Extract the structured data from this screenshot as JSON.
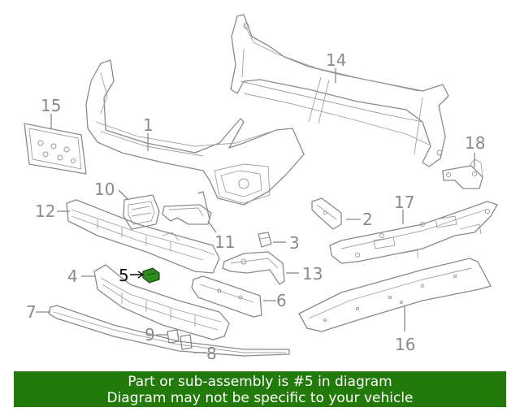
{
  "diagram": {
    "highlighted_part": "5",
    "highlight_color": "#2e8b1f",
    "parts": [
      {
        "id": "p1",
        "label": "1"
      },
      {
        "id": "p2",
        "label": "2"
      },
      {
        "id": "p3",
        "label": "3"
      },
      {
        "id": "p4",
        "label": "4"
      },
      {
        "id": "p5",
        "label": "5"
      },
      {
        "id": "p6",
        "label": "6"
      },
      {
        "id": "p7",
        "label": "7"
      },
      {
        "id": "p8",
        "label": "8"
      },
      {
        "id": "p9",
        "label": "9"
      },
      {
        "id": "p10",
        "label": "10"
      },
      {
        "id": "p11",
        "label": "11"
      },
      {
        "id": "p12",
        "label": "12"
      },
      {
        "id": "p13",
        "label": "13"
      },
      {
        "id": "p14",
        "label": "14"
      },
      {
        "id": "p15",
        "label": "15"
      },
      {
        "id": "p16",
        "label": "16"
      },
      {
        "id": "p17",
        "label": "17"
      },
      {
        "id": "p18",
        "label": "18"
      }
    ]
  },
  "banner": {
    "line1": "Part or sub-assembly is #5 in diagram",
    "line2": "Diagram may not be specific to your vehicle",
    "background": "#227a0a"
  }
}
